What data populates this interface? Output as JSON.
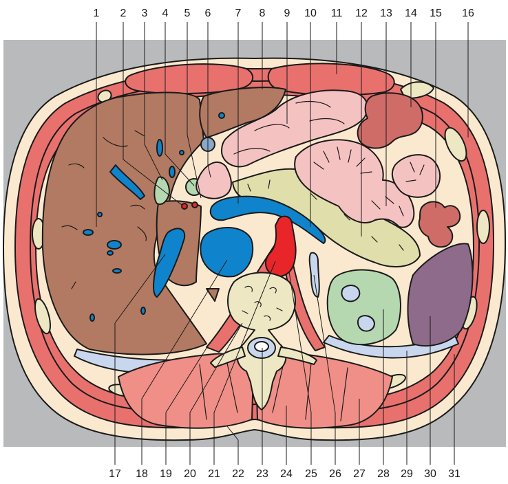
{
  "colors": {
    "backdrop": "#b9babc",
    "skin": "#fbe9cf",
    "muscle": "#e8716e",
    "liver": "#b27a62",
    "vessel_blue": "#0f84cc",
    "aorta_red": "#e8262a",
    "pancreas": "#e0deaa",
    "stomach_pink": "#f5c2c2",
    "colon_red": "#cf6c68",
    "kidney_green": "#b5d8b0",
    "spleen": "#8e6b8a",
    "bone": "#ede7c4",
    "pleura_blue": "#c9d7ee",
    "back_muscle": "#ef8f88"
  },
  "labels": {
    "top": [
      {
        "id": "1",
        "text": "1"
      },
      {
        "id": "2",
        "text": "2"
      },
      {
        "id": "3",
        "text": "3"
      },
      {
        "id": "4",
        "text": "4"
      },
      {
        "id": "5",
        "text": "5"
      },
      {
        "id": "6",
        "text": "6"
      },
      {
        "id": "7",
        "text": "7"
      },
      {
        "id": "8",
        "text": "8"
      },
      {
        "id": "9",
        "text": "9"
      },
      {
        "id": "10",
        "text": "10"
      },
      {
        "id": "11",
        "text": "11"
      },
      {
        "id": "12",
        "text": "12"
      },
      {
        "id": "13",
        "text": "13"
      },
      {
        "id": "14",
        "text": "14"
      },
      {
        "id": "15",
        "text": "15"
      },
      {
        "id": "16",
        "text": "16"
      }
    ],
    "bottom": [
      {
        "id": "17",
        "text": "17"
      },
      {
        "id": "18",
        "text": "18"
      },
      {
        "id": "19",
        "text": "19"
      },
      {
        "id": "20",
        "text": "20"
      },
      {
        "id": "21",
        "text": "21"
      },
      {
        "id": "22",
        "text": "22"
      },
      {
        "id": "23",
        "text": "23"
      },
      {
        "id": "24",
        "text": "24"
      },
      {
        "id": "25",
        "text": "25"
      },
      {
        "id": "26",
        "text": "26"
      },
      {
        "id": "27",
        "text": "27"
      },
      {
        "id": "28",
        "text": "28"
      },
      {
        "id": "29",
        "text": "29"
      },
      {
        "id": "30",
        "text": "30"
      },
      {
        "id": "31",
        "text": "31"
      }
    ]
  }
}
